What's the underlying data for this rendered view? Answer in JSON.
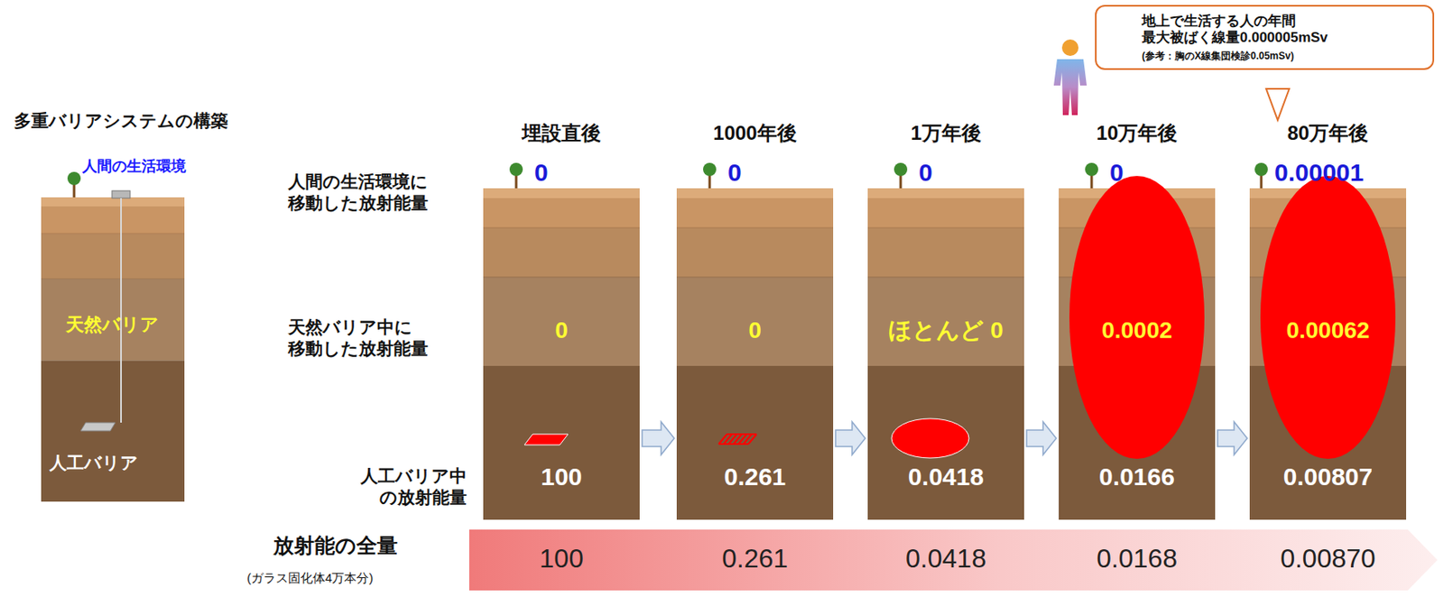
{
  "diagram": {
    "title": "多重バリアシステムの構築",
    "nodes": [
      {
        "text": [
          "人間の生活環境",
          "天然バリア",
          "人工バリア"
        ]
      },
      {
        "text": [
          "埋設直後",
          "0",
          "0",
          "100"
        ]
      },
      {
        "text": [
          "1000年後",
          "0",
          "0",
          "0.261"
        ]
      },
      {
        "text": [
          "1万年後",
          "0",
          "ほとんど 0",
          "0.0418"
        ]
      },
      {
        "text": [
          "10万年後",
          "0",
          "0.0002",
          "0.0166"
        ]
      },
      {
        "text": [
          "80万年後",
          "0.00001",
          "0.00062",
          "0.00807"
        ]
      },
      {
        "text": [
          "地上で生活する人の年間 最大被ばく線量0.000005mSv",
          "(参考：胸のX線集団検診0.05mSv)"
        ]
      },
      {
        "text": [
          "100",
          "0.261",
          "0.0418",
          "0.0168",
          "0.00870"
        ]
      }
    ],
    "edges": [
      {
        "from": 1,
        "to": 2,
        "arrow": "to"
      },
      {
        "from": 2,
        "to": 3,
        "arrow": "to"
      },
      {
        "from": 3,
        "to": 4,
        "arrow": "to"
      },
      {
        "from": 4,
        "to": 5,
        "arrow": "to"
      }
    ],
    "labels": [
      "人間の生活環境に 移動した放射能量",
      "天然バリア中に 移動した放射能量",
      "人工バリア中 の放射能量",
      "放射能の全量",
      "(ガラス固化体4万本分)"
    ]
  }
}
